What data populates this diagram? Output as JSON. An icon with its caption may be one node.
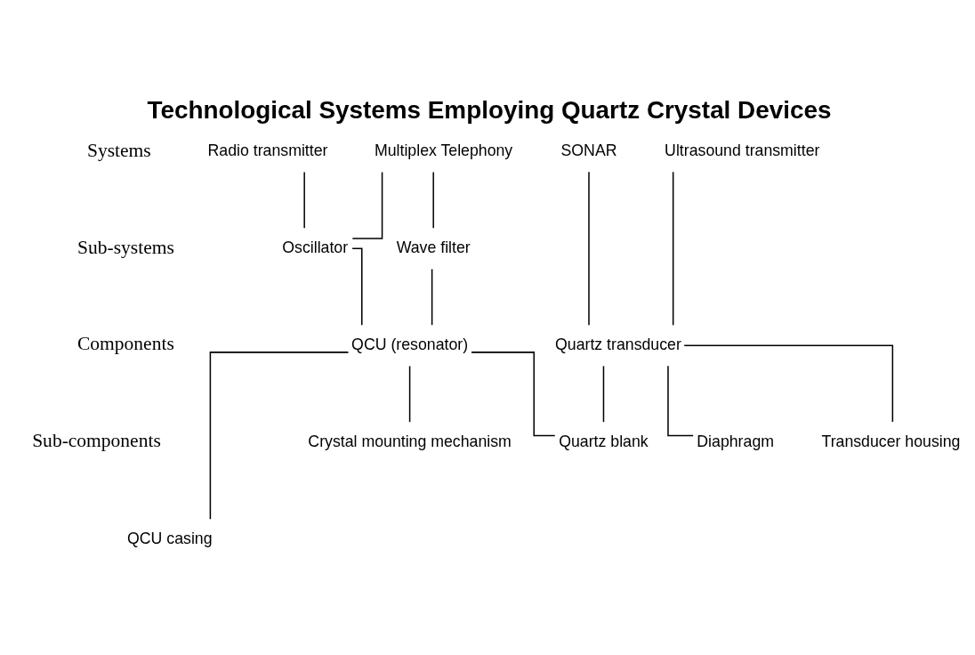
{
  "diagram": {
    "title": "Technological Systems Employing Quartz Crystal Devices",
    "nodes": [
      {
        "text": [
          "Radio transmitter"
        ]
      },
      {
        "text": [
          "Multiplex Telephony"
        ]
      },
      {
        "text": [
          "SONAR"
        ]
      },
      {
        "text": [
          "Ultrasound transmitter"
        ]
      },
      {
        "text": [
          "Oscillator"
        ]
      },
      {
        "text": [
          "Wave filter"
        ]
      },
      {
        "text": [
          "QCU (resonator)"
        ]
      },
      {
        "text": [
          "Quartz transducer"
        ]
      },
      {
        "text": [
          "Crystal mounting mechanism"
        ]
      },
      {
        "text": [
          "Quartz blank"
        ]
      },
      {
        "text": [
          "Diaphragm"
        ]
      },
      {
        "text": [
          "Transducer housing"
        ]
      },
      {
        "text": [
          "QCU casing"
        ]
      }
    ],
    "edges": [
      {
        "from": 0,
        "to": 4,
        "arrow": "none"
      },
      {
        "from": 1,
        "to": 4,
        "arrow": "none"
      },
      {
        "from": 1,
        "to": 5,
        "arrow": "none"
      },
      {
        "from": 2,
        "to": 7,
        "arrow": "none"
      },
      {
        "from": 3,
        "to": 7,
        "arrow": "none"
      },
      {
        "from": 4,
        "to": 6,
        "arrow": "none"
      },
      {
        "from": 5,
        "to": 6,
        "arrow": "none"
      },
      {
        "from": 6,
        "to": 8,
        "arrow": "none"
      },
      {
        "from": 6,
        "to": 12,
        "arrow": "none"
      },
      {
        "from": 6,
        "to": 9,
        "arrow": "none"
      },
      {
        "from": 7,
        "to": 9,
        "arrow": "none"
      },
      {
        "from": 7,
        "to": 10,
        "arrow": "none"
      },
      {
        "from": 7,
        "to": 11,
        "arrow": "none"
      }
    ],
    "labels": [
      "Systems",
      "Sub-systems",
      "Components",
      "Sub-components"
    ]
  }
}
